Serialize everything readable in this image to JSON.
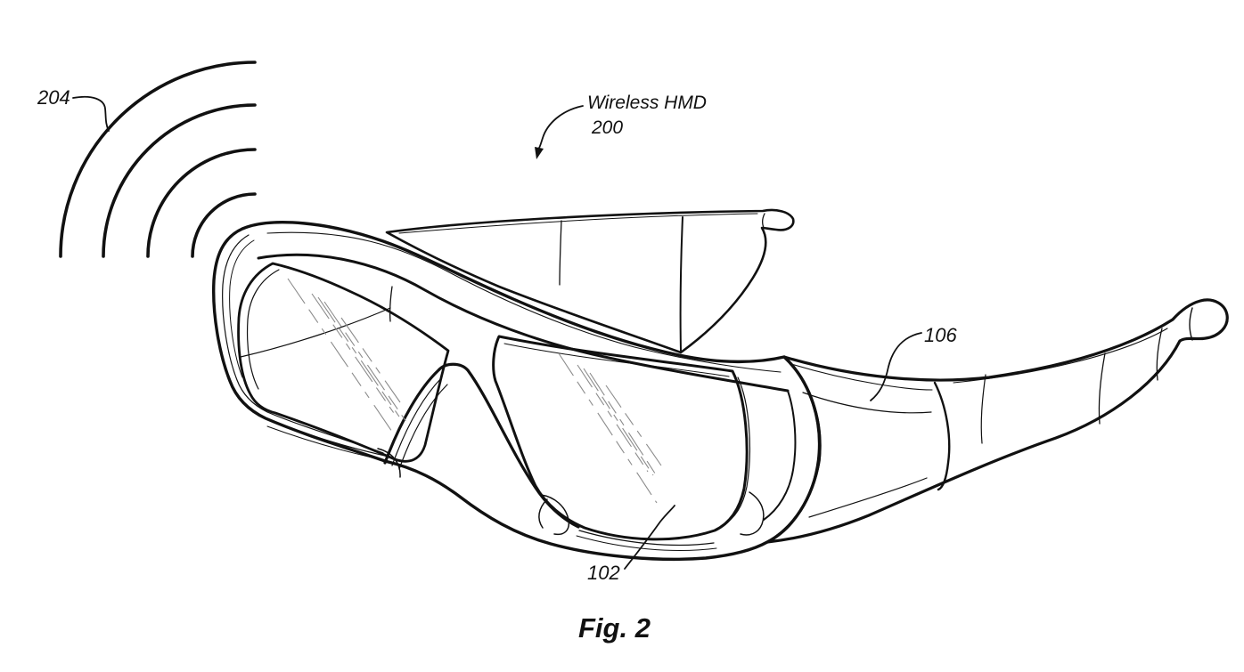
{
  "page": {
    "background": "#ffffff"
  },
  "figure": {
    "caption": "Fig. 2",
    "labels": {
      "signal_ref": "204",
      "device_name": "Wireless HMD",
      "device_ref": "200",
      "temple_ref": "106",
      "lens_ref": "102"
    },
    "colors": {
      "ink": "#111111",
      "paper": "#ffffff",
      "hatch": "#8c8c8c"
    }
  }
}
